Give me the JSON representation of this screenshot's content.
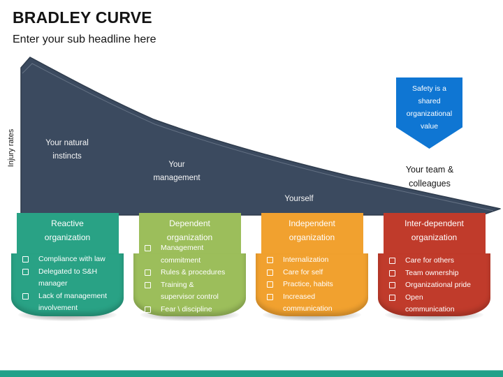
{
  "header": {
    "title": "BRADLEY CURVE",
    "subtitle": "Enter your sub headline here"
  },
  "chart": {
    "y_axis_label": "Injury rates",
    "curve_color": "#3B4A5F",
    "curve_labels": [
      "Your natural\ninstincts",
      "Your\nmanagement",
      "Yourself",
      "Your team &\ncolleagues"
    ],
    "callout_text": "Safety is a\nshared\norganizational\nvalue",
    "callout_color": "#0F76D3"
  },
  "stages": [
    {
      "title": "Reactive\norganization",
      "color": "#29A285",
      "items": [
        "Compliance with law",
        "Delegated to S&H\nmanager",
        "Lack of management\ninvolvement"
      ]
    },
    {
      "title": "Dependent\norganization",
      "color": "#9CBE5B",
      "items": [
        "Management\ncommitment",
        "Rules & procedures",
        "Training &\nsupervisor control",
        "Fear \\ discipline"
      ]
    },
    {
      "title": "Independent\norganization",
      "color": "#F1A12F",
      "items": [
        "Internalization",
        "Care for self",
        "Practice, habits",
        "Increased\ncommunication"
      ]
    },
    {
      "title": "Inter-dependent\norganization",
      "color": "#C03B2B",
      "items": [
        "Care for others",
        "Team ownership",
        "Organizational pride",
        "Open\ncommunication"
      ]
    }
  ],
  "footer": {
    "bar_color": "#21A189"
  }
}
